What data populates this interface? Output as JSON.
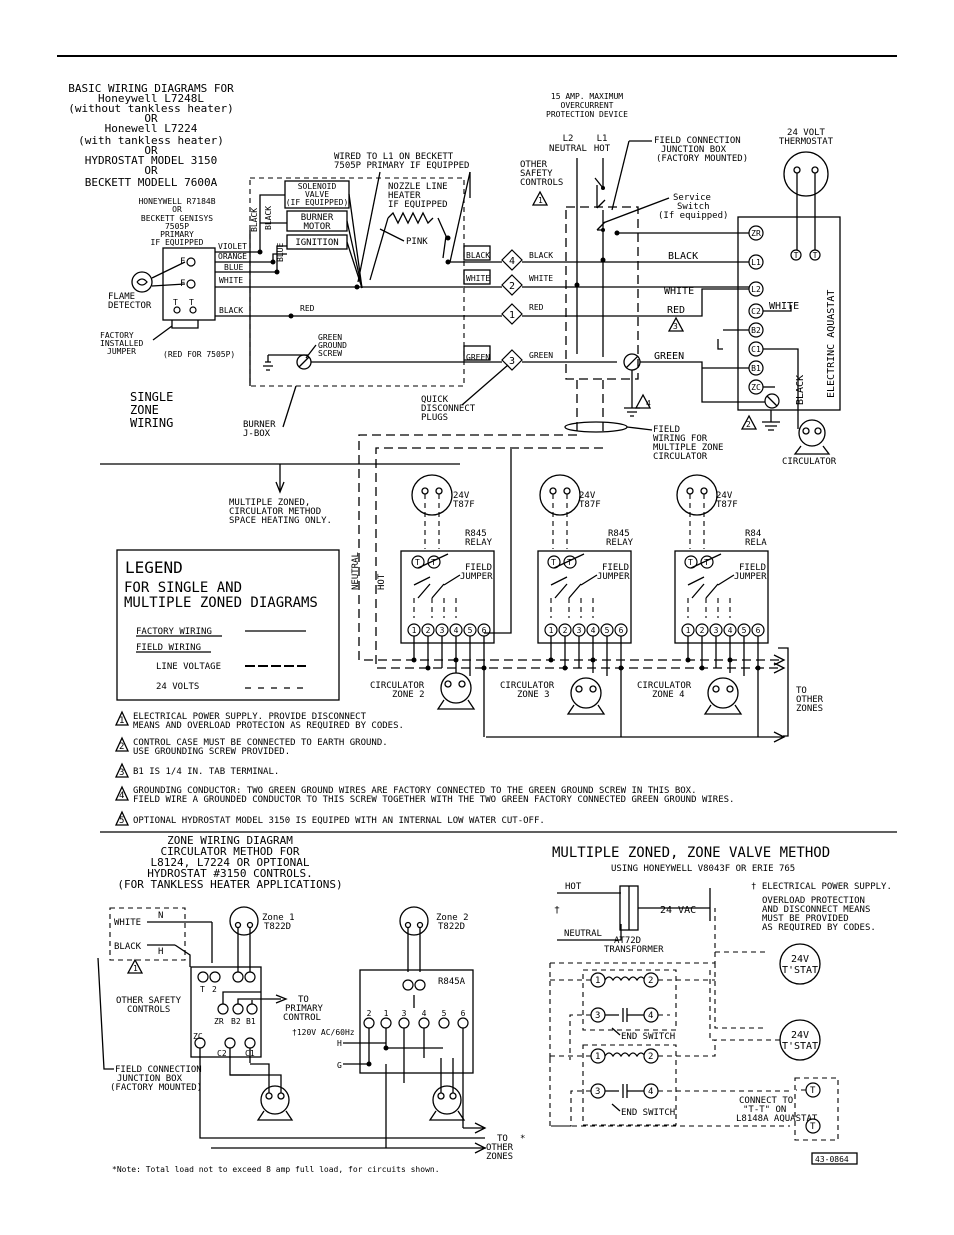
{
  "basic": {
    "title": [
      "BASIC WIRING DIAGRAMS FOR",
      "Honeywell L7248L",
      "(without tankless heater)",
      "OR",
      "Honewell L7224",
      "(with tankless heater)",
      "OR",
      "HYDROSTAT MODEL 3150",
      "OR",
      "BECKETT MODELL 7600A"
    ],
    "primary": [
      "HONEYWELL R7184B",
      "OR",
      "BECKETT GENISYS",
      "7505P",
      "PRIMARY",
      "IF EQUIPPED"
    ],
    "flame_detector": [
      "FLAME",
      "DETECTOR"
    ],
    "factory_jumper": [
      "FACTORY",
      "INSTALLED",
      "JUMPER"
    ],
    "red_for": "(RED FOR 7505P)",
    "wires_primary": {
      "violet": "VIOLET",
      "orange": "ORANGE",
      "blue": "BLUE",
      "white": "WHITE",
      "black": "BLACK"
    },
    "solenoid": [
      "SOLENOID",
      "VALVE",
      "(IF EQUIPPED)"
    ],
    "burner_motor": [
      "BURNER",
      "MOTOR"
    ],
    "ignition": "IGNITION",
    "black_v": "BLACK",
    "blue_v": "BLUE",
    "red_label": "RED",
    "green_ground": [
      "GREEN",
      "GROUND",
      "SCREW"
    ],
    "burner_jbox": [
      "BURNER",
      "J-BOX"
    ],
    "wired_to_l1": [
      "WIRED TO L1 ON BECKETT",
      "7505P PRIMARY IF EQUIPPED"
    ],
    "nozzle_heater": [
      "NOZZLE LINE",
      "HEATER",
      "IF EQUIPPED"
    ],
    "pink": "PINK",
    "plug_left": {
      "black": "BLACK",
      "white": "WHITE",
      "green": "GREEN"
    },
    "plug_right": {
      "black": "BLACK",
      "white": "WHITE",
      "red": "RED",
      "green": "GREEN"
    },
    "plug_nums": [
      "4",
      "2",
      "1",
      "3"
    ],
    "quick_disconnect": [
      "QUICK",
      "DISCONNECT",
      "PLUGS"
    ],
    "max_protection": [
      "15 AMP. MAXIMUM",
      "OVERCURRENT",
      "PROTECTION DEVICE"
    ],
    "l2": [
      "L2",
      "NEUTRAL"
    ],
    "l1": [
      "L1",
      "HOT"
    ],
    "field_box": [
      "FIELD CONNECTION",
      "JUNCTION BOX",
      "(FACTORY MOUNTED)"
    ],
    "other_safety": [
      "OTHER",
      "SAFETY",
      "CONTROLS"
    ],
    "service_switch": [
      "Service",
      "Switch",
      "(If equipped)"
    ],
    "thermostat24": [
      "24 VOLT",
      "THERMOSTAT"
    ],
    "aquastat_terms": [
      "ZR",
      "L1",
      "L2",
      "C2",
      "B2",
      "C1",
      "B1",
      "ZC"
    ],
    "aquastat_wires": {
      "black": "BLACK",
      "white": "WHITE",
      "red": "RED",
      "green": "GREEN",
      "white2": "WHITE",
      "black_v": "BLACK"
    },
    "electronic_aquastat": "ELECTRINC AQUASTAT",
    "t_label": "T",
    "circulator": "CIRCULATOR",
    "field_wiring": [
      "FIELD",
      "WIRING FOR",
      "MULTIPLE ZONE",
      "CIRCULATOR"
    ],
    "single_zone": [
      "SINGLE",
      "ZONE",
      "WIRING"
    ],
    "warn_nums": [
      "1",
      "2",
      "3",
      "4",
      "5"
    ]
  },
  "multi": {
    "caption": [
      "MULTIPLE ZONED,",
      "CIRCULATOR METHOD",
      "SPACE HEATING ONLY."
    ],
    "neutral": "NEUTRAL",
    "hot": "HOT",
    "tstat": [
      "24V",
      "T87F"
    ],
    "relays": [
      {
        "name": [
          "R845",
          "RELAY"
        ],
        "zone": [
          "CIRCULATOR",
          "ZONE 2"
        ]
      },
      {
        "name": [
          "R845",
          "RELAY"
        ],
        "zone": [
          "CIRCULATOR",
          "ZONE 3"
        ]
      },
      {
        "name": [
          "R84",
          "RELA"
        ],
        "zone": [
          "CIRCULATOR",
          "ZONE 4"
        ]
      }
    ],
    "field_jumper": [
      "FIELD",
      "JUMPER"
    ],
    "relay_terms": [
      "1",
      "2",
      "3",
      "4",
      "5",
      "6"
    ],
    "to_other": [
      "TO",
      "OTHER",
      "ZONES"
    ]
  },
  "legend": {
    "title": "LEGEND",
    "subtitle": [
      "FOR SINGLE AND",
      "MULTIPLE ZONED DIAGRAMS"
    ],
    "factory": "FACTORY WIRING",
    "field": "FIELD WIRING",
    "line_voltage": "LINE VOLTAGE",
    "volts24": "24 VOLTS"
  },
  "notes": [
    {
      "num": "1",
      "lines": [
        "ELECTRICAL POWER SUPPLY. PROVIDE DISCONNECT",
        "MEANS AND OVERLOAD PROTECION AS REQUIRED BY CODES."
      ]
    },
    {
      "num": "2",
      "lines": [
        "CONTROL CASE MUST BE CONNECTED TO EARTH GROUND.",
        "USE GROUNDING SCREW PROVIDED."
      ]
    },
    {
      "num": "3",
      "lines": [
        "B1 IS 1/4 IN. TAB TERMINAL."
      ]
    },
    {
      "num": "4",
      "lines": [
        "GROUNDING CONDUCTOR:  TWO GREEN GROUND WIRES ARE FACTORY CONNECTED TO THE GREEN GROUND SCREW IN THIS BOX.",
        "FIELD WIRE A GROUNDED CONDUCTOR TO THIS SCREW TOGETHER WITH THE TWO GREEN FACTORY CONNECTED GREEN GROUND WIRES."
      ]
    },
    {
      "num": "5",
      "lines": [
        "OPTIONAL HYDROSTAT MODEL 3150 IS EQUIPED WITH AN INTERNAL LOW WATER CUT-OFF."
      ]
    }
  ],
  "zone": {
    "title": [
      "ZONE WIRING DIAGRAM",
      "CIRCULATOR METHOD FOR",
      "L8124, L7224 OR OPTIONAL",
      "HYDROSTAT #3150 CONTROLS.",
      "(FOR TANKLESS HEATER APPLICATIONS)"
    ],
    "white": "WHITE",
    "black": "BLACK",
    "n": "N",
    "h": "H",
    "one": "1",
    "zone1": [
      "Zone 1",
      "T822D"
    ],
    "zone2": [
      "Zone 2",
      "T822D"
    ],
    "other_safety": [
      "OTHER SAFETY",
      "CONTROLS"
    ],
    "aqua_top": [
      "T",
      "T",
      "1",
      "2"
    ],
    "aqua_mid": [
      "ZR",
      "B2",
      "B1"
    ],
    "aqua_zc": "ZC",
    "aqua_bot": [
      "C2",
      "C1"
    ],
    "to_primary": [
      "TO",
      "PRIMARY",
      "CONTROL"
    ],
    "field_box": [
      "FIELD CONNECTION",
      "JUNCTION BOX",
      "(FACTORY MOUNTED)"
    ],
    "r845a": "R845A",
    "r845a_terms": [
      "2",
      "1",
      "3",
      "4",
      "5",
      "6"
    ],
    "supply": "†120V AC/60Hz",
    "h_lbl": "H",
    "g_lbl": "G",
    "to_other": [
      "TO",
      "OTHER",
      "ZONES"
    ],
    "star": "*",
    "note": "*Note: Total load not to exceed 8 amp full load, for circuits shown."
  },
  "valve": {
    "title": "MULTIPLE ZONED, ZONE VALVE METHOD",
    "subtitle": "USING HONEYWELL V8043F OR ERIE 765",
    "supply_note": [
      "† ELECTRICAL POWER SUPPLY.",
      "OVERLOAD PROTECTION",
      "AND DISCONNECT MEANS",
      "MUST BE PROVIDED",
      "AS REQUIRED BY CODES."
    ],
    "hot": "HOT",
    "dagger": "†",
    "neutral": "NEUTRAL",
    "vac": "24 VAC",
    "transformer": [
      "AT72D",
      "TRANSFORMER"
    ],
    "tstat": [
      "24V",
      "T'STAT"
    ],
    "end_switch": "END SWITCH",
    "valve_terms": [
      "1",
      "2",
      "3",
      "4"
    ],
    "connect": [
      "CONNECT TO",
      "\"T-T\" ON",
      "L8148A AQUASTAT"
    ],
    "t": "T",
    "code": "43-0864"
  }
}
